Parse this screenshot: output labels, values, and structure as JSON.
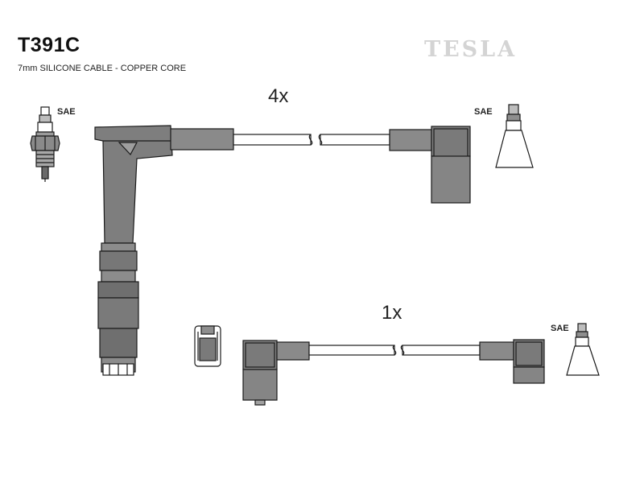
{
  "header": {
    "part_number": "T391C",
    "description": "7mm SILICONE CABLE - COPPER CORE",
    "brand": "TESLA"
  },
  "labels": {
    "sae_plug": "SAE",
    "sae_top_right": "SAE",
    "sae_bottom_right": "SAE"
  },
  "quantities": {
    "long_leads": "4x",
    "short_lead": "1x"
  },
  "colors": {
    "boot_fill": "#808080",
    "boot_stroke": "#1a1a1a",
    "cable_fill": "#ffffff"
  }
}
